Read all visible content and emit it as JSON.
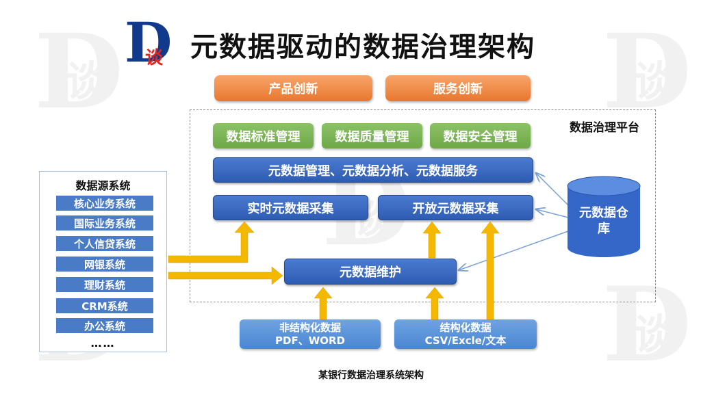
{
  "logo": {
    "letter": "D",
    "char": "谈"
  },
  "title": "元数据驱动的数据治理架构",
  "innovations": [
    "产品创新",
    "服务创新"
  ],
  "platform": {
    "label": "数据治理平台",
    "management": [
      "数据标准管理",
      "数据质量管理",
      "数据安全管理"
    ],
    "metadata_services": "元数据管理、元数据分析、元数据服务",
    "collection": [
      "实时元数据采集",
      "开放元数据采集"
    ],
    "maintenance": "元数据维护"
  },
  "warehouse": {
    "line1": "元数据仓",
    "line2": "库"
  },
  "sources": {
    "title": "数据源系统",
    "items": [
      "核心业务系统",
      "国际业务系统",
      "个人信贷系统",
      "网银系统",
      "理财系统",
      "CRM系统",
      "办公系统"
    ],
    "more": "……"
  },
  "inputs": [
    {
      "title": "非结构化数据",
      "subtitle": "PDF、WORD"
    },
    {
      "title": "结构化数据",
      "subtitle": "CSV/Excle/文本"
    }
  ],
  "caption": "某银行数据治理系统架构",
  "colors": {
    "orange": "#e8772e",
    "green": "#6ea847",
    "blue": "#2f5cb3",
    "arrow": "#f5b800",
    "title": "#111111"
  }
}
